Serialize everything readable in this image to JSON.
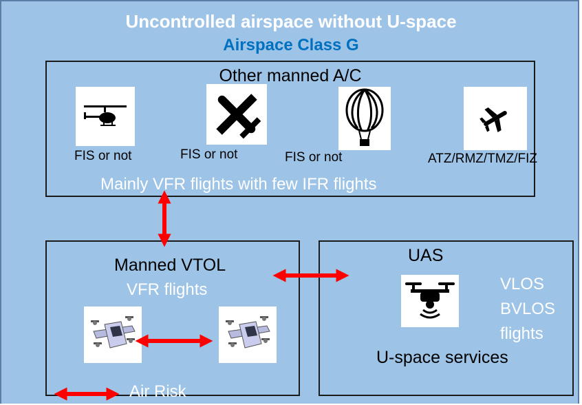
{
  "title": "Uncontrolled airspace without U-space",
  "subtitle": "Airspace Class G",
  "manned": {
    "title": "Other manned A/C",
    "items": [
      {
        "icon": "helicopter-icon",
        "label": "FIS or not"
      },
      {
        "icon": "airplane-icon",
        "label": "FIS or not"
      },
      {
        "icon": "hot-air-balloon-icon",
        "label": "FIS or not"
      },
      {
        "icon": "jet-plane-icon",
        "label": "ATZ/RMZ/TMZ/FIZ"
      }
    ],
    "note": "Mainly VFR flights with few IFR flights"
  },
  "vtol": {
    "title": "Manned VTOL",
    "note": "VFR flights",
    "icons": [
      "evtol-aircraft-icon",
      "evtol-aircraft-icon"
    ]
  },
  "uas": {
    "title": "UAS",
    "icon": "drone-icon",
    "flight_types": [
      "VLOS",
      "BVLOS",
      "flights"
    ],
    "services": "U-space services"
  },
  "legend": {
    "label": "Air Risk"
  },
  "colors": {
    "background": "#9dc3e6",
    "subtitle": "#0070c0",
    "arrow": "#ff0000",
    "box_border": "#1a1a1a"
  }
}
